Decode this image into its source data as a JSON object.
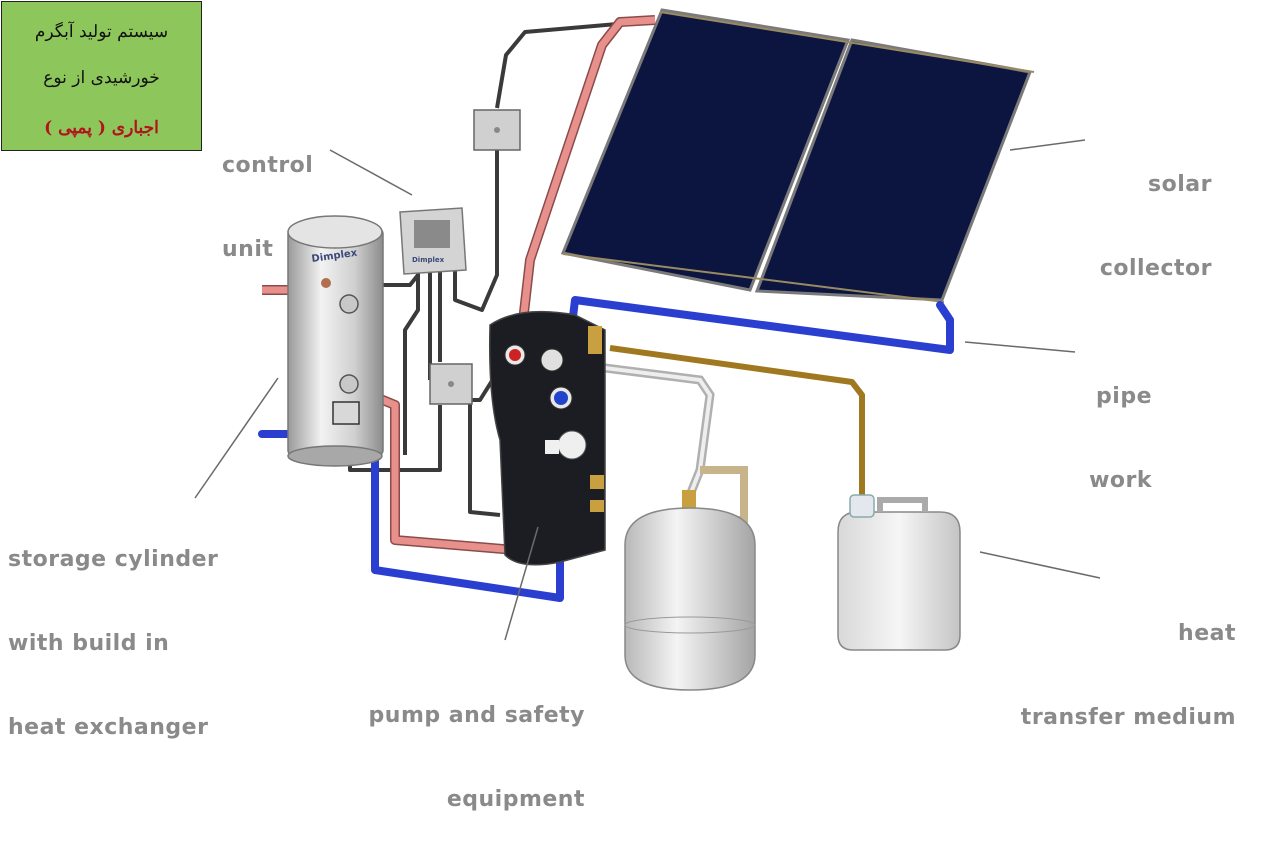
{
  "title_box": {
    "line1": "سیستم تولید آبگرم",
    "line2": "خورشیدی از نوع",
    "line3": "اجباری ( پمپی )"
  },
  "labels": {
    "control_unit": [
      "control",
      "unit"
    ],
    "solar_collector": [
      "solar",
      "collector"
    ],
    "pipe_work": [
      "pipe",
      "work"
    ],
    "storage_cylinder": [
      "storage cylinder",
      "with build in",
      "heat exchanger"
    ],
    "pump_safety": [
      "pump and safety",
      "equipment"
    ],
    "heat_transfer": [
      "heat",
      "transfer medium"
    ]
  },
  "brand": {
    "cylinder": "Dimplex",
    "controller": "Dimplex"
  },
  "colors": {
    "title_bg": "#8dc65a",
    "title_accent": "#b0141c",
    "label_text": "#8a8a8a",
    "hot_pipe": "#e8908c",
    "cold_pipe": "#2a3fd0",
    "fluid_pipe": "#a07820",
    "panel": "#0b1540",
    "cable": "#3a3a3a"
  }
}
